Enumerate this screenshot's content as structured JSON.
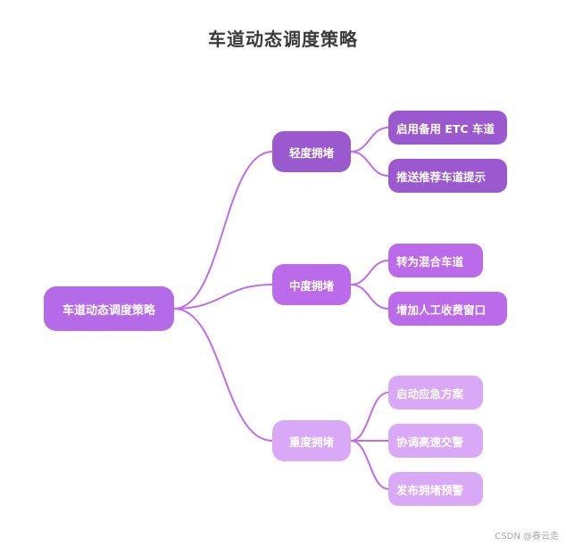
{
  "title": "车道动态调度策略",
  "watermark": "CSDN @春云走",
  "colors": {
    "edge": "#bf6de8",
    "root": "#b56ae8",
    "light": "#9b59cf",
    "medium": "#bb6bea",
    "heavy": "#d9a8f7"
  },
  "root": {
    "label": "车道动态调度策略"
  },
  "branches": [
    {
      "label": "轻度拥堵",
      "children": [
        {
          "label": "启用备用 ETC 车道"
        },
        {
          "label": "推送推荐车道提示"
        }
      ]
    },
    {
      "label": "中度拥堵",
      "children": [
        {
          "label": "转为混合车道"
        },
        {
          "label": "增加人工收费窗口"
        }
      ]
    },
    {
      "label": "重度拥堵",
      "children": [
        {
          "label": "启动应急方案"
        },
        {
          "label": "协调高速交警"
        },
        {
          "label": "发布拥堵预警"
        }
      ]
    }
  ]
}
